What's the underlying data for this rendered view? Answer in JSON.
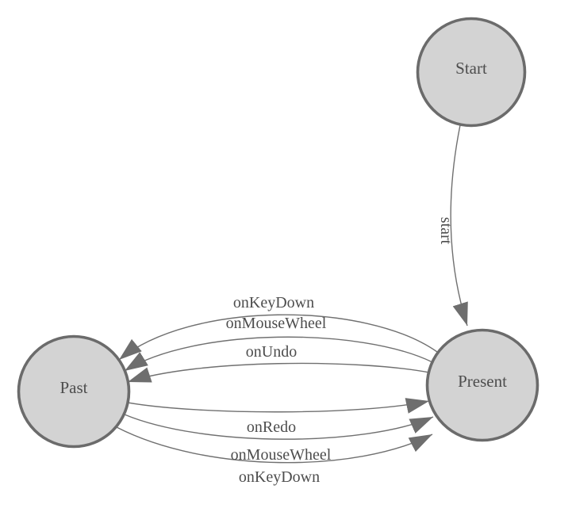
{
  "diagram": {
    "type": "state-machine",
    "nodes": [
      {
        "id": "start",
        "label": "Start"
      },
      {
        "id": "past",
        "label": "Past"
      },
      {
        "id": "present",
        "label": "Present"
      }
    ],
    "edges": [
      {
        "from": "Start",
        "to": "Present",
        "label": "start"
      },
      {
        "from": "Present",
        "to": "Past",
        "label": "onKeyDown"
      },
      {
        "from": "Present",
        "to": "Past",
        "label": "onMouseWheel"
      },
      {
        "from": "Present",
        "to": "Past",
        "label": "onUndo"
      },
      {
        "from": "Past",
        "to": "Present",
        "label": "onRedo"
      },
      {
        "from": "Past",
        "to": "Present",
        "label": "onMouseWheel"
      },
      {
        "from": "Past",
        "to": "Present",
        "label": "onKeyDown"
      }
    ],
    "colors": {
      "background": "#ffffff",
      "node_fill": "#d3d3d3",
      "node_stroke": "#6b6b6b",
      "edge_stroke": "#707070",
      "arrow_fill": "#6e6e6e",
      "label_color": "#4d4d4d"
    }
  }
}
